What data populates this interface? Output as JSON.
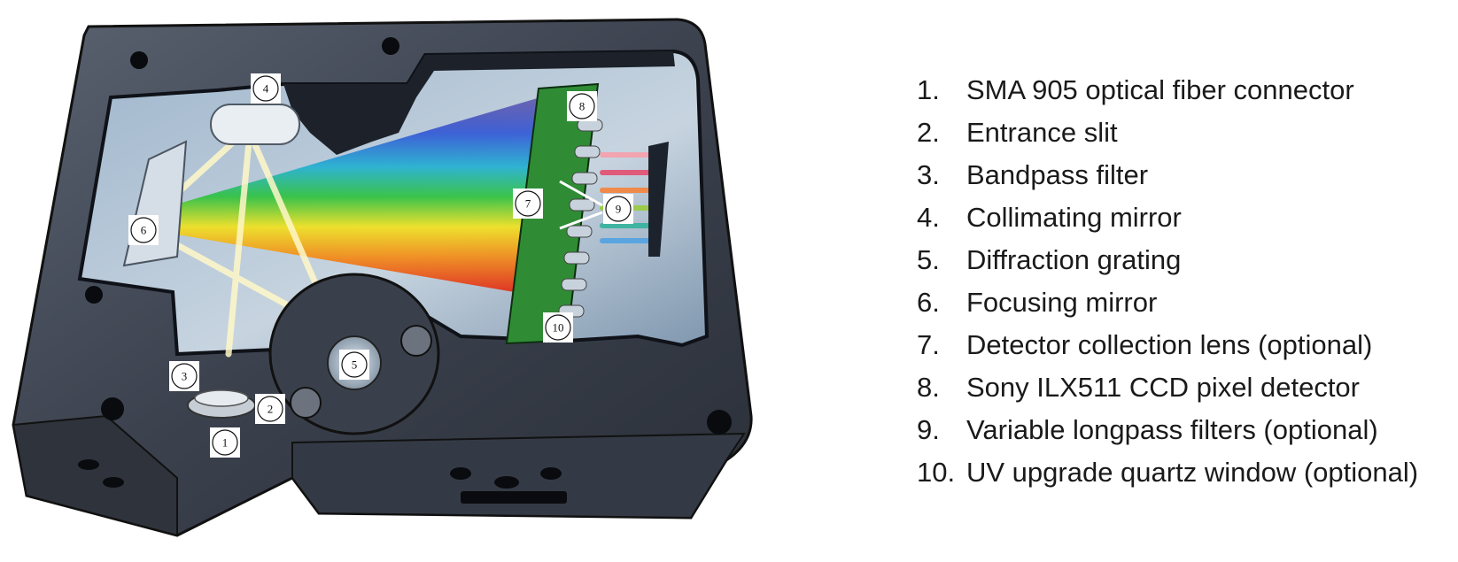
{
  "callouts": [
    "1",
    "2",
    "3",
    "4",
    "5",
    "6",
    "7",
    "8",
    "9",
    "10"
  ],
  "legend": [
    {
      "num": "1.",
      "text": "SMA 905 optical fiber connector"
    },
    {
      "num": "2.",
      "text": "Entrance slit"
    },
    {
      "num": "3.",
      "text": "Bandpass filter"
    },
    {
      "num": "4.",
      "text": "Collimating mirror"
    },
    {
      "num": "5.",
      "text": "Diffraction grating"
    },
    {
      "num": "6.",
      "text": "Focusing mirror"
    },
    {
      "num": "7.",
      "text": "Detector collection lens (optional)"
    },
    {
      "num": "8.",
      "text": "Sony ILX511 CCD pixel detector"
    },
    {
      "num": "9.",
      "text": "Variable longpass filters (optional)"
    },
    {
      "num": "10.",
      "text": "UV upgrade quartz window (optional)"
    }
  ],
  "colors": {
    "housing": "#3c4350",
    "housing_dark": "#262b33",
    "cavity": "#5b7fa8",
    "beam": "#fff6b0",
    "pcb": "#3a9a3a"
  }
}
